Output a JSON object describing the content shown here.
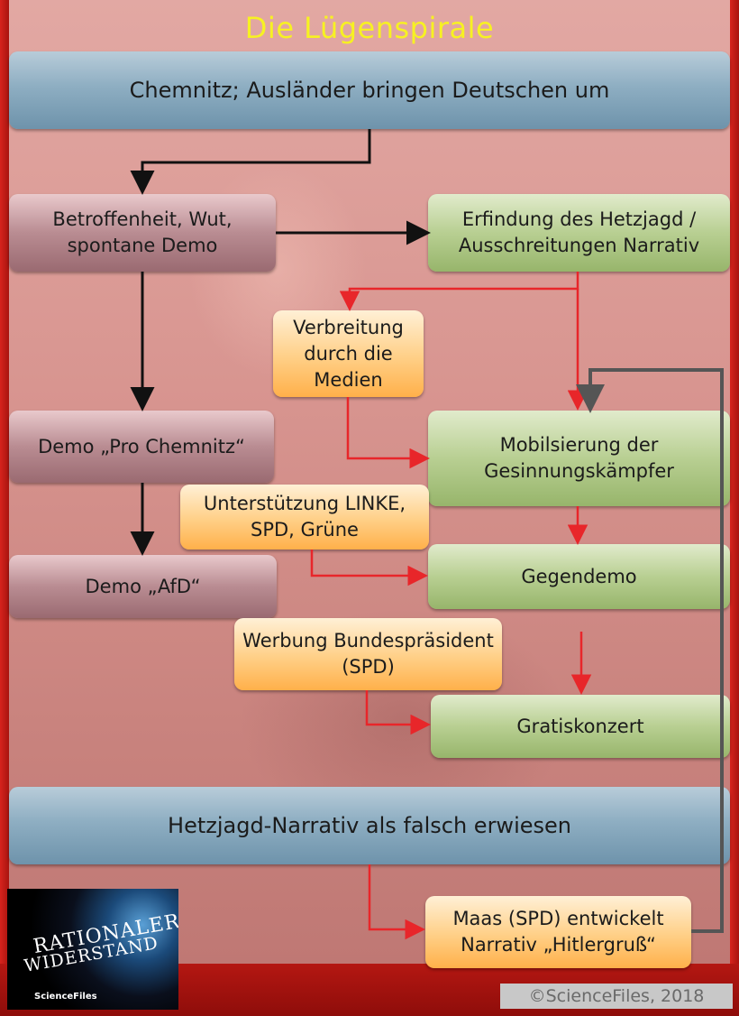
{
  "title": "Die Lügenspirale",
  "boxes": {
    "chemnitz": "Chemnitz; Ausländer bringen Deutschen um",
    "betroffenheit": "Betroffenheit, Wut, spontane Demo",
    "erfindung": "Erfindung des Hetzjagd / Ausschreitungen Narrativ",
    "verbreitung": "Verbreitung durch die Medien",
    "demo_pro_chemnitz": "Demo „Pro Chemnitz“",
    "mobilisierung": "Mobilsierung der Gesinnungskämpfer",
    "unterstuetzung": "Unterstützung LINKE, SPD, Grüne",
    "demo_afd": "Demo „AfD“",
    "gegendemo": "Gegendemo",
    "werbung": "Werbung Bundespräsident (SPD)",
    "gratiskonzert": "Gratiskonzert",
    "hetzjagd_falsch": "Hetzjagd-Narrativ als falsch erwiesen",
    "maas": "Maas (SPD) entwickelt Narrativ „Hitlergruß“"
  },
  "logo": {
    "line1": "RATIONALER",
    "line2": "WIDERSTAND",
    "brand": "ScienceFiles"
  },
  "copyright": "©ScienceFiles, 2018",
  "colors": {
    "title": "#f7f122",
    "arrow_black": "#111111",
    "arrow_red": "#e8262a",
    "arrow_gray": "#555555"
  }
}
